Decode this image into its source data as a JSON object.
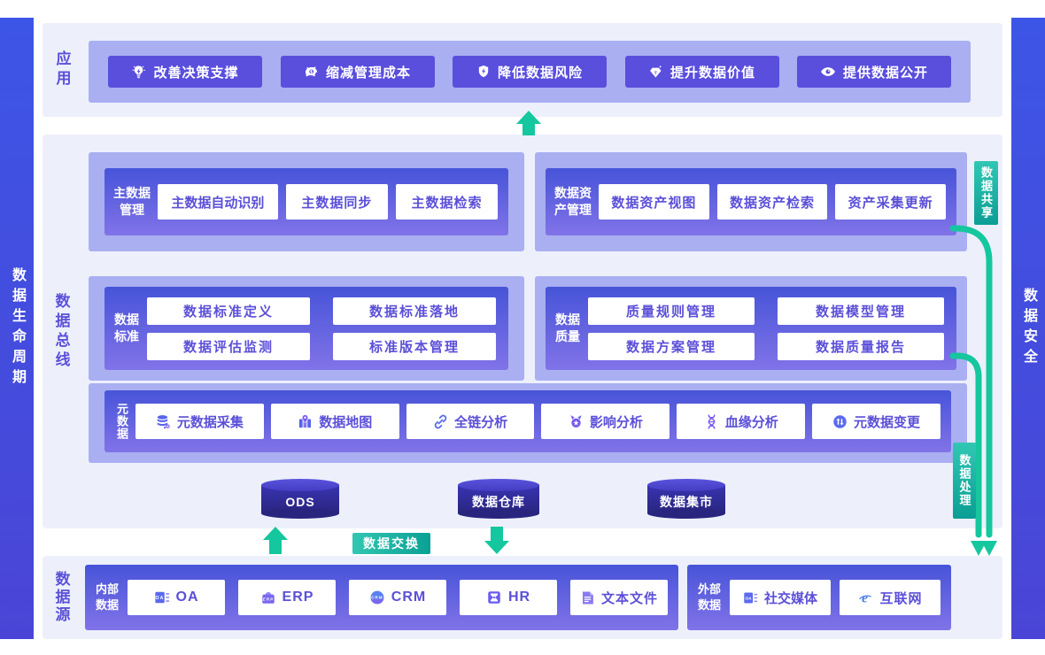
{
  "page": {
    "left_sidebar": "数据生命周期",
    "right_sidebar": "数据安全"
  },
  "app": {
    "label": "应用",
    "buttons": [
      {
        "icon": "lightbulb-icon",
        "label": "改善决策支撑"
      },
      {
        "icon": "piggy-bank-icon",
        "label": "缩减管理成本"
      },
      {
        "icon": "shield-lightning-icon",
        "label": "降低数据风险"
      },
      {
        "icon": "diamond-icon",
        "label": "提升数据价值"
      },
      {
        "icon": "eye-icon",
        "label": "提供数据公开"
      }
    ]
  },
  "bus": {
    "label": "数据总线",
    "master_data": {
      "name": "主数据管理",
      "items": [
        "主数据自动识别",
        "主数据同步",
        "主数据检索"
      ]
    },
    "data_asset": {
      "name": "数据资产管理",
      "items": [
        "数据资产视图",
        "数据资产检索",
        "资产采集更新"
      ]
    },
    "data_standard": {
      "name": "数据标准",
      "items": [
        "数据标准定义",
        "数据标准落地",
        "数据评估监测",
        "标准版本管理"
      ]
    },
    "data_quality": {
      "name": "数据质量",
      "items": [
        "质量规则管理",
        "数据模型管理",
        "数据方案管理",
        "数据质量报告"
      ]
    },
    "metadata": {
      "name": "元数据",
      "items": [
        {
          "icon": "database-icon",
          "label": "元数据采集"
        },
        {
          "icon": "map-pin-icon",
          "label": "数据地图"
        },
        {
          "icon": "link-icon",
          "label": "全链分析"
        },
        {
          "icon": "badge-star-icon",
          "label": "影响分析"
        },
        {
          "icon": "dna-icon",
          "label": "血缘分析"
        },
        {
          "icon": "change-icon",
          "label": "元数据变更"
        }
      ]
    },
    "stores": [
      "ODS",
      "数据仓库",
      "数据集市"
    ]
  },
  "source": {
    "label": "数据源",
    "internal": {
      "name": "内部数据",
      "items": [
        {
          "icon": "oa-doc-icon",
          "label": "OA"
        },
        {
          "icon": "erp-icon",
          "label": "ERP"
        },
        {
          "icon": "crm-icon",
          "label": "CRM"
        },
        {
          "icon": "hr-icon",
          "label": "HR"
        },
        {
          "icon": "text-file-icon",
          "label": "文本文件"
        }
      ]
    },
    "external": {
      "name": "外部数据",
      "items": [
        {
          "icon": "social-doc-icon",
          "label": "社交媒体"
        },
        {
          "icon": "internet-icon",
          "label": "互联网"
        }
      ]
    }
  },
  "flows": {
    "share": "数据共享",
    "process": "数据处理",
    "exchange": "数据交换"
  },
  "colors": {
    "accent_purple": "#5a4edd",
    "light_purple": "#a9aff1",
    "panel_bg": "#edf0fb",
    "sidebar_blue": "#3e50e0",
    "flow_green": "#15c79e",
    "teal_badge": "#17b3a3",
    "cylinder_navy": "#2c2890",
    "chip_text": "#5b4fd8"
  }
}
